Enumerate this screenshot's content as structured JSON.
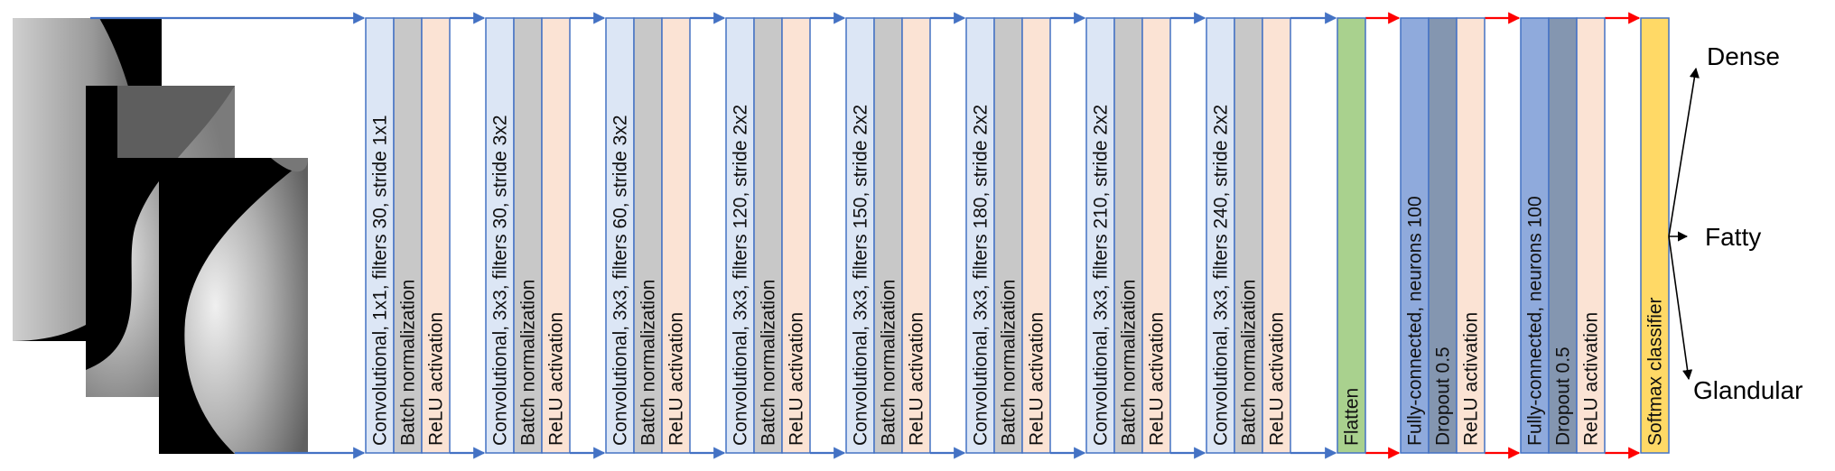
{
  "input_images": [
    "mammogram-1",
    "mammogram-2",
    "mammogram-3"
  ],
  "colors": {
    "conv": "#dce6f5",
    "batchnorm": "#c8c8c8",
    "relu": "#fbe3d4",
    "flatten": "#a9d18e",
    "fc": "#8faadc",
    "dropout": "#8496b0",
    "softmax": "#ffd966",
    "conv_arrow": "#4472c4",
    "fc_arrow": "#ff0000",
    "output_arrow": "#000000"
  },
  "conv_blocks": [
    {
      "conv": "Convolutional, 1x1, filters 30, stride 1x1",
      "bn": "Batch normalization",
      "relu": "ReLU activation"
    },
    {
      "conv": "Convolutional, 3x3, filters 30, stride 3x2",
      "bn": "Batch normalization",
      "relu": "ReLU activation"
    },
    {
      "conv": "Convolutional, 3x3, filters 60, stride 3x2",
      "bn": "Batch normalization",
      "relu": "ReLU activation"
    },
    {
      "conv": "Convolutional, 3x3, filters 120, stride 2x2",
      "bn": "Batch normalization",
      "relu": "ReLU activation"
    },
    {
      "conv": "Convolutional, 3x3, filters 150, stride 2x2",
      "bn": "Batch normalization",
      "relu": "ReLU activation"
    },
    {
      "conv": "Convolutional, 3x3, filters 180, stride 2x2",
      "bn": "Batch normalization",
      "relu": "ReLU activation"
    },
    {
      "conv": "Convolutional, 3x3, filters 210, stride 2x2",
      "bn": "Batch normalization",
      "relu": "ReLU activation"
    },
    {
      "conv": "Convolutional, 3x3, filters 240, stride 2x2",
      "bn": "Batch normalization",
      "relu": "ReLU activation"
    }
  ],
  "flatten": "Flatten",
  "fc_blocks": [
    {
      "fc": "Fully-connected, neurons 100",
      "dropout": "Dropout 0.5",
      "relu": "ReLU activation"
    },
    {
      "fc": "Fully-connected, neurons 100",
      "dropout": "Dropout 0.5",
      "relu": "ReLU activation"
    }
  ],
  "softmax": "Softmax classifier",
  "outputs": [
    "Dense",
    "Fatty",
    "Glandular"
  ]
}
